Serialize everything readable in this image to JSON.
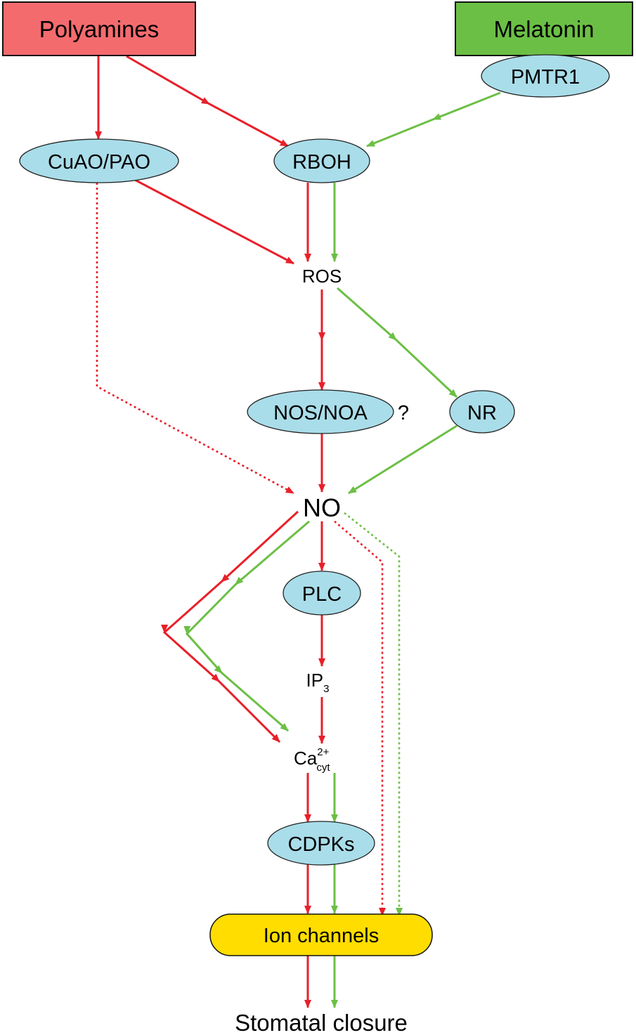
{
  "colors": {
    "polyamine_path": "#e8202a",
    "melatonin_path": "#6cbf45",
    "enzyme_fill": "#a9dde9",
    "polyamines_box": "#f46b6e",
    "melatonin_box": "#6cbf45",
    "ion_channels_fill": "#ffdd00"
  },
  "nodes": {
    "polyamines": "Polyamines",
    "melatonin": "Melatonin",
    "pmtr1": "PMTR1",
    "cuao_pao": "CuAO/PAO",
    "rboh": "RBOH",
    "ros": "ROS",
    "nos_noa": "NOS/NOA",
    "nos_question": "?",
    "nr": "NR",
    "no": "NO",
    "plc": "PLC",
    "ip3_main": "IP",
    "ip3_sub": "3",
    "ca_main": "Ca",
    "ca_sup": "2+",
    "ca_sub": "cyt",
    "cdpks": "CDPKs",
    "ion_channels": "Ion channels",
    "stomatal_closure": "Stomatal closure"
  },
  "edges": [
    {
      "from": "polyamines",
      "to": "cuao_pao",
      "pathway": "polyamine",
      "style": "solid"
    },
    {
      "from": "polyamines",
      "to": "rboh",
      "pathway": "polyamine",
      "style": "solid"
    },
    {
      "from": "pmtr1",
      "to": "rboh",
      "pathway": "melatonin",
      "style": "solid"
    },
    {
      "from": "cuao_pao",
      "to": "ros",
      "pathway": "polyamine",
      "style": "solid"
    },
    {
      "from": "cuao_pao",
      "to": "no",
      "pathway": "polyamine",
      "style": "dotted"
    },
    {
      "from": "rboh",
      "to": "ros",
      "pathway": "polyamine",
      "style": "solid"
    },
    {
      "from": "rboh",
      "to": "ros",
      "pathway": "melatonin",
      "style": "solid"
    },
    {
      "from": "ros",
      "to": "nos_noa",
      "pathway": "polyamine",
      "style": "solid"
    },
    {
      "from": "ros",
      "to": "nr",
      "pathway": "melatonin",
      "style": "solid"
    },
    {
      "from": "nos_noa",
      "to": "no",
      "pathway": "polyamine",
      "style": "solid"
    },
    {
      "from": "nr",
      "to": "no",
      "pathway": "melatonin",
      "style": "solid"
    },
    {
      "from": "no",
      "to": "plc",
      "pathway": "polyamine",
      "style": "solid"
    },
    {
      "from": "no",
      "to": "ca",
      "pathway": "polyamine",
      "style": "solid"
    },
    {
      "from": "no",
      "to": "ca",
      "pathway": "melatonin",
      "style": "solid"
    },
    {
      "from": "no",
      "to": "ion_channels",
      "pathway": "polyamine",
      "style": "dotted"
    },
    {
      "from": "no",
      "to": "ion_channels",
      "pathway": "melatonin",
      "style": "dotted"
    },
    {
      "from": "plc",
      "to": "ip3",
      "pathway": "polyamine",
      "style": "solid"
    },
    {
      "from": "ip3",
      "to": "ca",
      "pathway": "polyamine",
      "style": "solid"
    },
    {
      "from": "ca",
      "to": "cdpks",
      "pathway": "polyamine",
      "style": "solid"
    },
    {
      "from": "ca",
      "to": "cdpks",
      "pathway": "melatonin",
      "style": "solid"
    },
    {
      "from": "cdpks",
      "to": "ion_channels",
      "pathway": "polyamine",
      "style": "solid"
    },
    {
      "from": "cdpks",
      "to": "ion_channels",
      "pathway": "melatonin",
      "style": "solid"
    },
    {
      "from": "ion_channels",
      "to": "stomatal_closure",
      "pathway": "polyamine",
      "style": "solid"
    },
    {
      "from": "ion_channels",
      "to": "stomatal_closure",
      "pathway": "melatonin",
      "style": "solid"
    }
  ]
}
